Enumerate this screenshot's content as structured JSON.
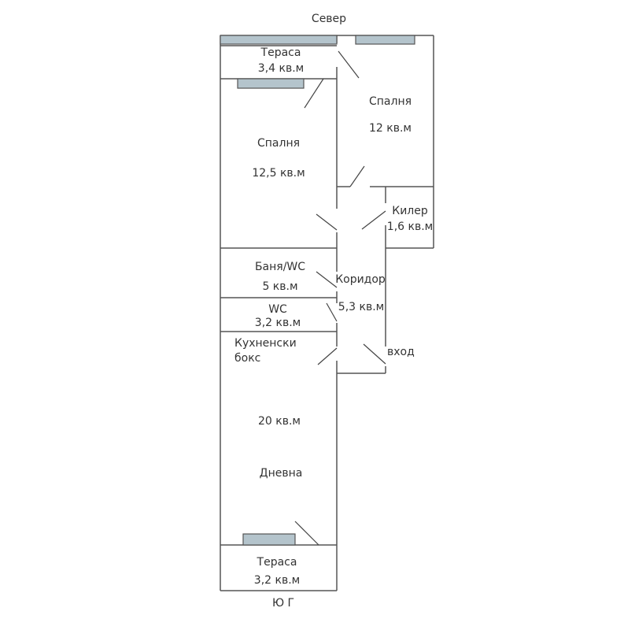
{
  "compass": {
    "north": "Север",
    "south": "Ю Г"
  },
  "rooms": {
    "terrace_north": {
      "name": "Тераса",
      "area": "3,4 кв.м"
    },
    "bedroom_right": {
      "name": "Спалня",
      "area": "12 кв.м"
    },
    "bedroom_left": {
      "name": "Спалня",
      "area": "12,5 кв.м"
    },
    "closet": {
      "name": "Килер",
      "area": "1,6 кв.м"
    },
    "bathroom": {
      "name": "Баня/WC",
      "area": "5 кв.м"
    },
    "corridor": {
      "name": "Коридор",
      "area": "5,3 кв.м"
    },
    "wc": {
      "name": "WC",
      "area": "3,2 кв.м"
    },
    "kitchenette": {
      "line1": "Кухненски",
      "line2": "бокс"
    },
    "living": {
      "area": "20 кв.м",
      "name": "Дневна"
    },
    "terrace_south": {
      "name": "Тераса",
      "area": "3,2 кв.м"
    }
  },
  "entrance": "вход",
  "colors": {
    "wall": "#555555",
    "window": "#b4c4cc"
  }
}
